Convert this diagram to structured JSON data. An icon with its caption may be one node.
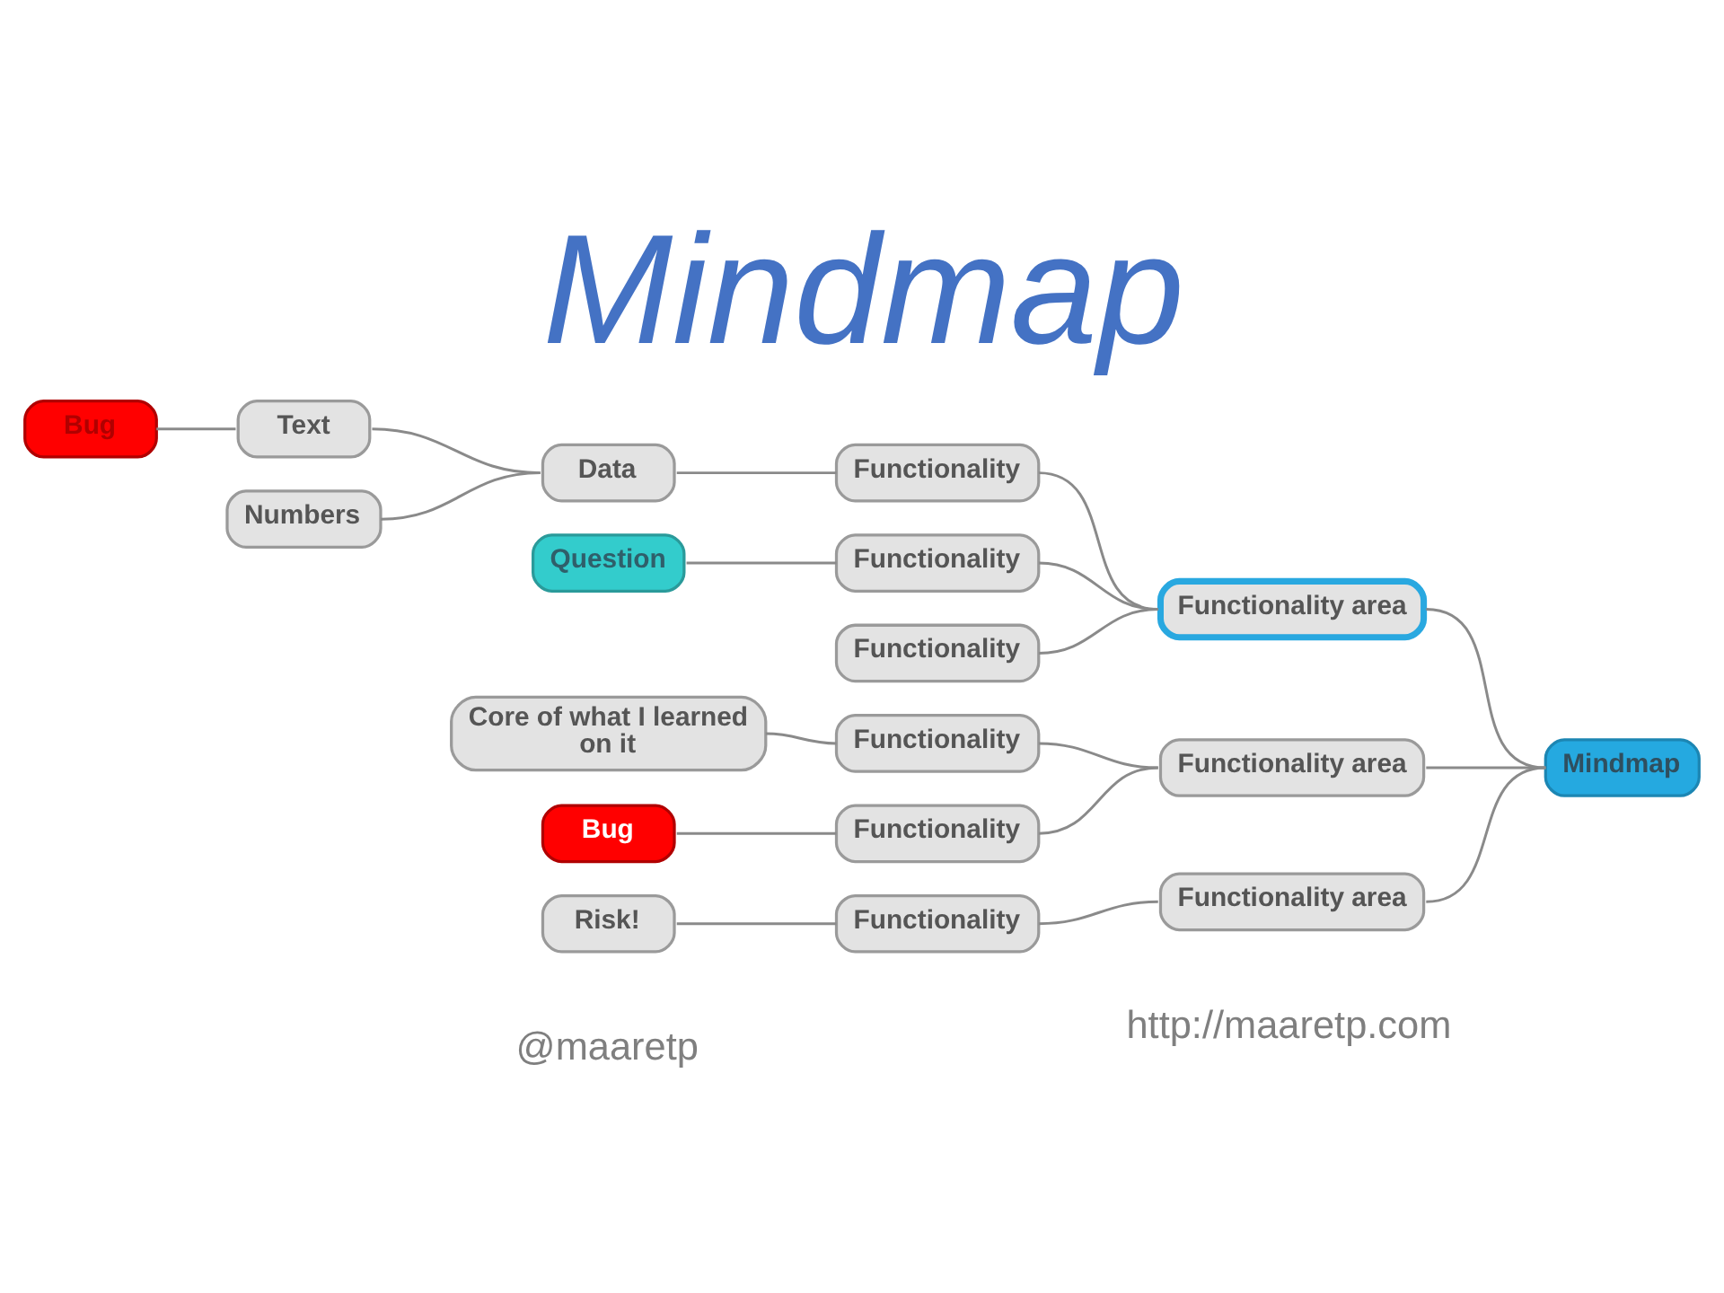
{
  "diagram": {
    "title": "Mindmap",
    "nodes": [
      {
        "text": [
          "Bug"
        ]
      },
      {
        "text": [
          "Text"
        ]
      },
      {
        "text": [
          "Data"
        ]
      },
      {
        "text": [
          "Functionality"
        ]
      },
      {
        "text": [
          "Numbers"
        ]
      },
      {
        "text": [
          "Functionality area"
        ]
      },
      {
        "text": [
          "Question"
        ]
      },
      {
        "text": [
          "Functionality"
        ]
      },
      {
        "text": [
          "Functionality"
        ]
      },
      {
        "text": [
          "Mindmap"
        ]
      },
      {
        "text": [
          "Core of what I learned on it"
        ]
      },
      {
        "text": [
          "Functionality"
        ]
      },
      {
        "text": [
          "Functionality area"
        ]
      },
      {
        "text": [
          "Bug"
        ]
      },
      {
        "text": [
          "Functionality"
        ]
      },
      {
        "text": [
          "Risk!"
        ]
      },
      {
        "text": [
          "Functionality"
        ]
      },
      {
        "text": [
          "Functionality area"
        ]
      }
    ],
    "edges": [
      {
        "from": 9,
        "to": 5,
        "arrow": "none"
      },
      {
        "from": 9,
        "to": 12,
        "arrow": "none"
      },
      {
        "from": 9,
        "to": 17,
        "arrow": "none"
      },
      {
        "from": 5,
        "to": 3,
        "arrow": "none"
      },
      {
        "from": 5,
        "to": 7,
        "arrow": "none"
      },
      {
        "from": 5,
        "to": 8,
        "arrow": "none"
      },
      {
        "from": 3,
        "to": 2,
        "arrow": "none"
      },
      {
        "from": 2,
        "to": 1,
        "arrow": "none"
      },
      {
        "from": 2,
        "to": 4,
        "arrow": "none"
      },
      {
        "from": 1,
        "to": 0,
        "arrow": "none"
      },
      {
        "from": 7,
        "to": 6,
        "arrow": "none"
      },
      {
        "from": 12,
        "to": 11,
        "arrow": "none"
      },
      {
        "from": 12,
        "to": 14,
        "arrow": "none"
      },
      {
        "from": 11,
        "to": 10,
        "arrow": "none"
      },
      {
        "from": 14,
        "to": 13,
        "arrow": "none"
      },
      {
        "from": 17,
        "to": 16,
        "arrow": "none"
      },
      {
        "from": 16,
        "to": 15,
        "arrow": "none"
      }
    ],
    "labels": [
      "@maaretp",
      "http://maaretp.com"
    ]
  }
}
